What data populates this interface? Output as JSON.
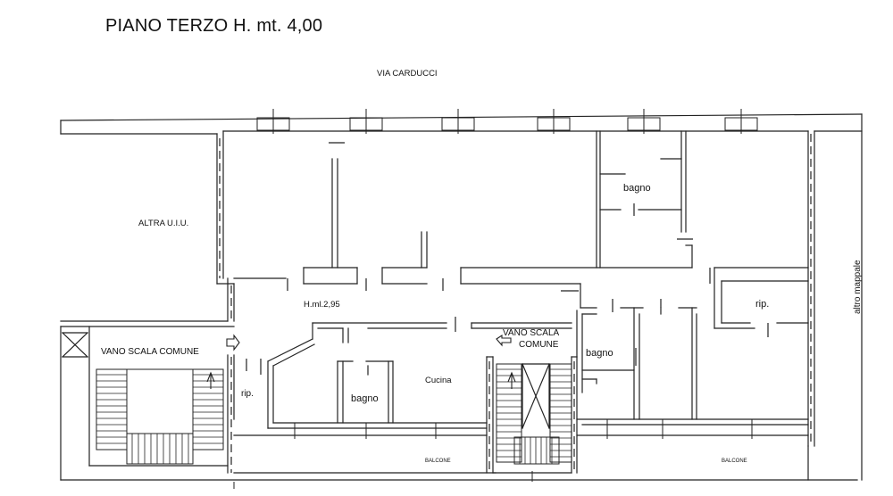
{
  "title": "PIANO TERZO H. mt. 4,00",
  "labels": {
    "street": "VIA CARDUCCI",
    "other_unit": "ALTRA U.I.U.",
    "stair_left": "VANO SCALA COMUNE",
    "stair_center_1": "VANO SCALA",
    "stair_center_2": "COMUNE",
    "height": "H.ml.2,95",
    "bath_top": "bagno",
    "bath_mid": "bagno",
    "bath_right": "bagno",
    "kitchen": "Cucina",
    "storage_left": "rip.",
    "storage_right": "rip.",
    "balcony_left": "BALCONE",
    "balcony_right": "BALCONE",
    "other_parcel": "altro mappale"
  }
}
